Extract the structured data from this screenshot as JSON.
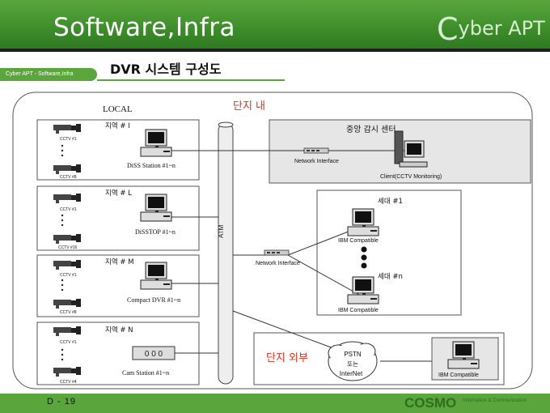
{
  "header": {
    "title": "Software,Infra",
    "brand_initial": "C",
    "brand_rest": "yber APT",
    "subtitle_tab": "Cyber APT - Software,Infra",
    "slide_title": "DVR 시스템 구성도"
  },
  "footer": {
    "page": "D -   19",
    "company": "COSMO",
    "company_sub": "Information & Communication"
  },
  "diagram": {
    "local_label": "LOCAL",
    "inner_label": "단지 내",
    "outer_label": "단지 외부",
    "atm_label": "ATM",
    "zones": [
      {
        "title": "지역 # I",
        "cam_first": "CCTV #1",
        "cam_last": "CCTV #8",
        "device": "DiSS Station #1~n"
      },
      {
        "title": "지역 # L",
        "cam_first": "CCTV #1",
        "cam_last": "CCTV #16",
        "device": "DiSSTOP #1~n"
      },
      {
        "title": "지역 # M",
        "cam_first": "CCTV #1",
        "cam_last": "CCTV #8",
        "device": "Compact DVR #1~n"
      },
      {
        "title": "지역 # N",
        "cam_first": "CCTV #1",
        "cam_last": "CCTV #4",
        "device": "Cam Station #1~n",
        "display": "0 0 0"
      }
    ],
    "central": {
      "title": "중앙 감시 센터",
      "network": "Network Interface",
      "client": "Client(CCTV Monitoring)"
    },
    "household": {
      "top_title": "세대 #1",
      "top_pc": "IBM Compatible",
      "bottom_title": "세대 #n",
      "bottom_pc": "IBM Compatible",
      "network": "Network Interface"
    },
    "pstn": {
      "line1": "PSTN",
      "line2": "또는",
      "line3": "InterNet"
    },
    "remote_pc": "IBM Compatible"
  },
  "colors": {
    "header_green": "#3f8f2c",
    "accent_red": "#e0301e",
    "panel_gray": "#e6e6e6"
  }
}
